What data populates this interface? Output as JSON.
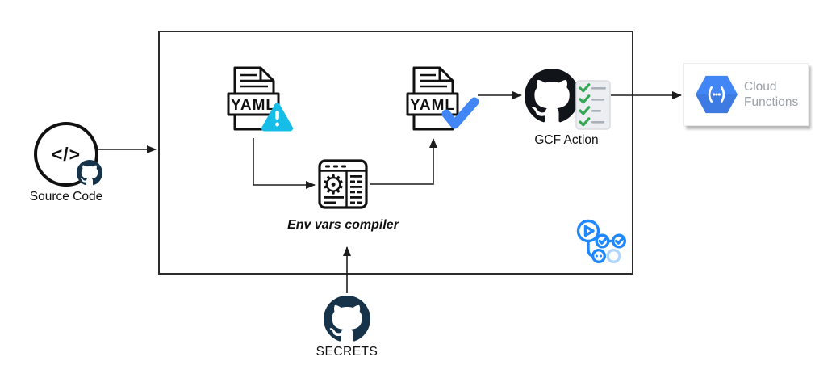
{
  "diagram": {
    "nodes": {
      "source_code": {
        "label": "Source Code",
        "glyph": "</>",
        "icon": "code-circle-with-github-badge"
      },
      "yaml_invalid": {
        "file_type": "YAML",
        "status": "warning",
        "status_icon": "warning-triangle"
      },
      "env_compiler": {
        "label": "Env vars compiler",
        "icon": "settings-window"
      },
      "yaml_valid": {
        "file_type": "YAML",
        "status": "valid",
        "status_icon": "blue-checkmark"
      },
      "gcf_action": {
        "label": "GCF Action",
        "icon": "github-mark-with-checklist"
      },
      "github_actions": {
        "icon": "github-actions-logo"
      },
      "cloud_functions": {
        "label": "Cloud Functions",
        "icon": "gcp-cloud-functions-hexagon"
      },
      "secrets": {
        "label": "SECRETS",
        "icon": "github-octocat"
      }
    },
    "edges": [
      {
        "from": "source_code",
        "to": "pipeline_box"
      },
      {
        "from": "yaml_invalid",
        "to": "env_compiler"
      },
      {
        "from": "env_compiler",
        "to": "yaml_valid"
      },
      {
        "from": "yaml_valid",
        "to": "gcf_action"
      },
      {
        "from": "gcf_action",
        "to": "cloud_functions"
      },
      {
        "from": "secrets",
        "to": "env_compiler"
      }
    ]
  },
  "colors": {
    "warning_cyan": "#16bde7",
    "check_blue": "#4285f4",
    "actions_blue": "#2088ff",
    "gcp_blue": "#4285f4",
    "github_black": "#11151a",
    "secrets_navy": "#16334a",
    "checklist_green": "#34a853",
    "muted_text_gray": "#9aa0a6",
    "line_color": "#1d1d1d"
  }
}
